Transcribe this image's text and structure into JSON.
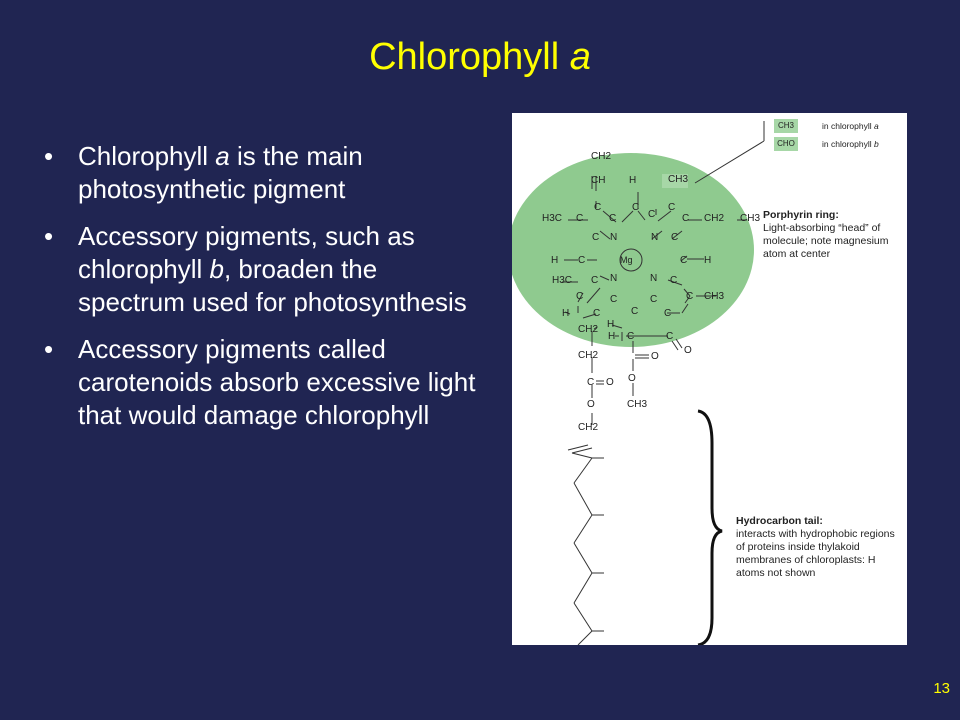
{
  "slide": {
    "title_main": "Chlorophyll ",
    "title_italic": "a",
    "page_number": "13"
  },
  "bullets": [
    {
      "pre": "Chlorophyll ",
      "it": "a",
      "post": " is the main photosynthetic pigment"
    },
    {
      "pre": "Accessory pigments, such as chlorophyll ",
      "it": "b",
      "post": ", broaden the spectrum used for photosynthesis"
    },
    {
      "pre": "Accessory pigments called carotenoids absorb excessive light that would damage chlorophyll",
      "it": "",
      "post": ""
    }
  ],
  "figure": {
    "legend": [
      {
        "formula": "CH3",
        "text_pre": "in chlorophyll ",
        "text_it": "a"
      },
      {
        "formula": "CHO",
        "text_pre": "in chlorophyll ",
        "text_it": "b"
      }
    ],
    "porphyrin_title": "Porphyrin ring:",
    "porphyrin_desc": "Light-absorbing “head” of molecule; note magnesium atom at center",
    "tail_title": "Hydrocarbon tail:",
    "tail_desc": "interacts with hydrophobic regions of proteins inside thylakoid membranes of chloroplasts: H atoms not shown",
    "atoms": {
      "mg": "Mg",
      "c": "C",
      "n": "N",
      "h": "H",
      "o": "O",
      "ch": "CH",
      "ch2": "CH2",
      "ch3": "CH3",
      "h3c": "H3C"
    },
    "colors": {
      "ring_fill": "#8fca8f",
      "legend_fill": "#a7d7a7"
    }
  }
}
